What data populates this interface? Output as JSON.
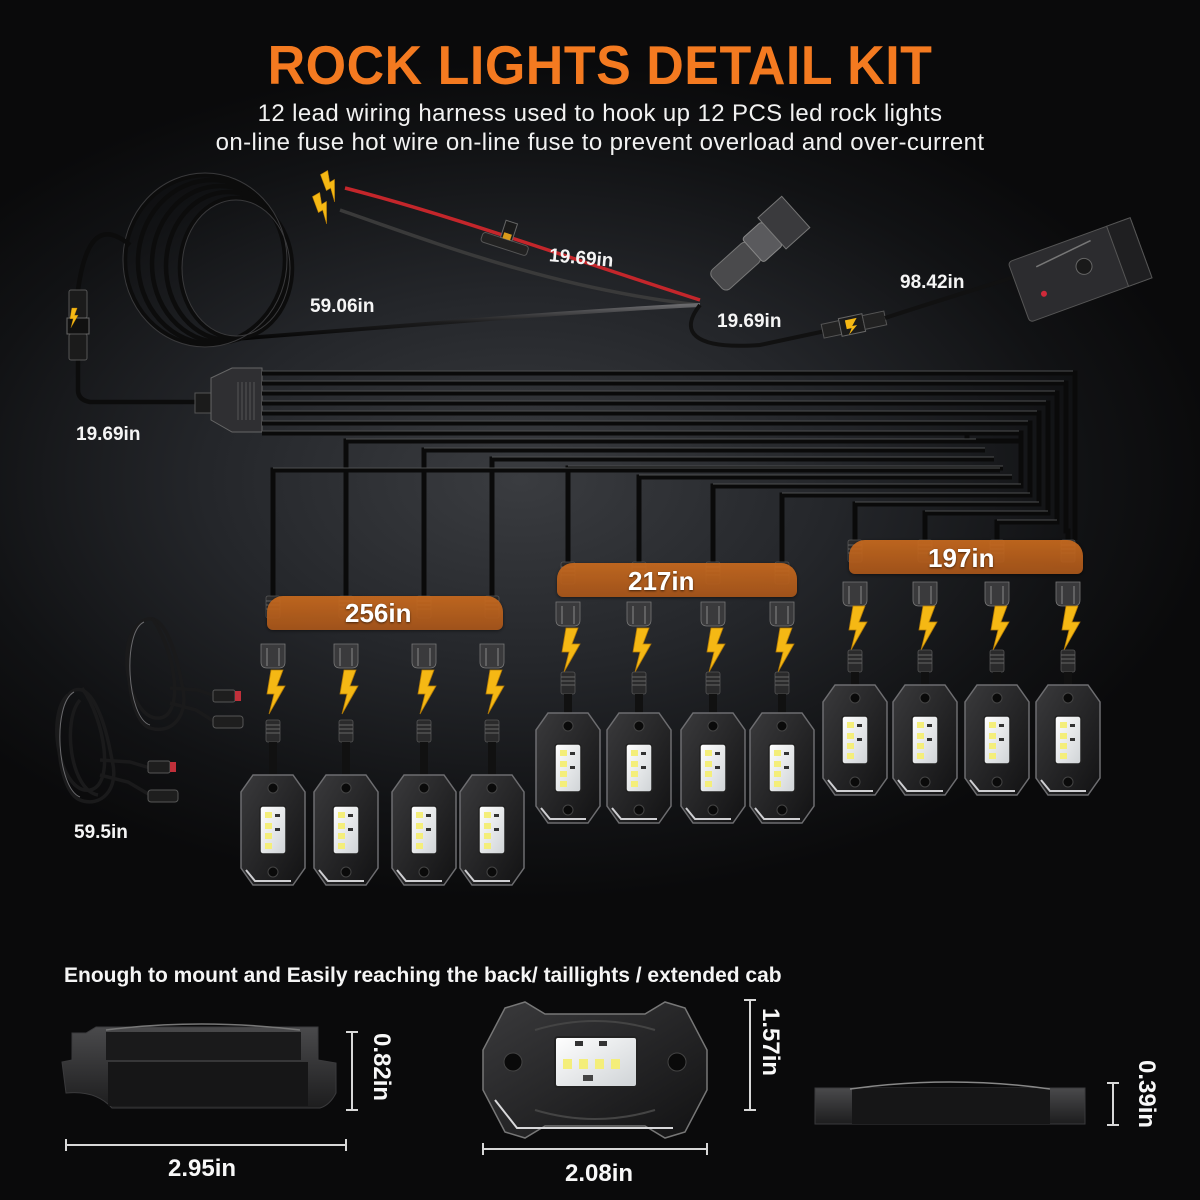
{
  "header": {
    "title": "ROCK LIGHTS DETAIL KIT",
    "subtitle_line1": "12 lead wiring harness used to hook up 12 PCS led rock lights",
    "subtitle_line2": "on-line fuse hot wire on-line fuse to prevent overload and over-current"
  },
  "wiring": {
    "fuse_wire_length": "19.69in",
    "main_cable_length": "59.06in",
    "controller_lead_length": "19.69in",
    "controller_cable_length": "98.42in",
    "splitter_lead_length": "19.69in",
    "extension_cable_length": "59.5in",
    "components": [
      "power-leads",
      "inline-fuse",
      "relay-connector",
      "controller-box",
      "coiled-main-cable",
      "12-way-splitter",
      "extension-cables"
    ]
  },
  "groups": [
    {
      "label": "256in",
      "lights": 4
    },
    {
      "label": "217in",
      "lights": 4
    },
    {
      "label": "197in",
      "lights": 4
    }
  ],
  "dimensions": {
    "note": "Enough to mount and Easily reaching the back/ taillights / extended cab",
    "side_width": "2.95in",
    "side_height": "0.82in",
    "top_width": "2.08in",
    "top_height": "1.57in",
    "thin_height": "0.39in"
  },
  "colors": {
    "title": "#f47a20",
    "band": "#b85e1b",
    "bolt": "#f5b814",
    "wire_red": "#c4262b",
    "background": "#1c1d20"
  }
}
